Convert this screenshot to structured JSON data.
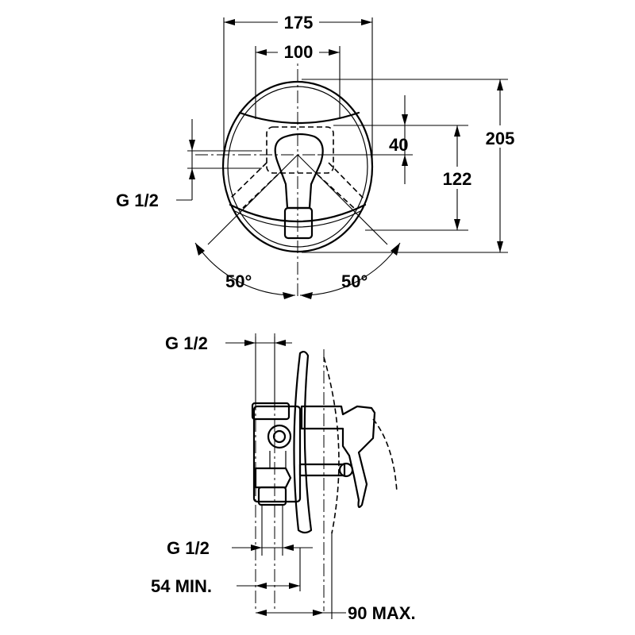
{
  "front_view": {
    "dim_width_overall": "175",
    "dim_width_box": "100",
    "dim_offset": "40",
    "dim_lever_center": "122",
    "dim_height_overall": "205",
    "thread_label": "G 1/2",
    "angle_left": "50°",
    "angle_right": "50°"
  },
  "side_view": {
    "thread_label_top": "G 1/2",
    "thread_label_bottom": "G 1/2",
    "min_depth": "54 MIN.",
    "max_depth": "90 MAX."
  }
}
